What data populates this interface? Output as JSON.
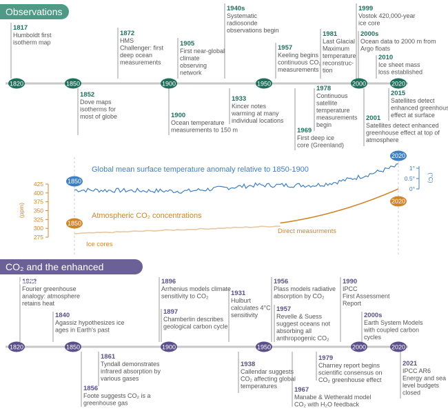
{
  "observations": {
    "title": "Observations",
    "years": [
      "1820",
      "1850",
      "1900",
      "1950",
      "2000",
      "2020"
    ],
    "events": [
      {
        "year": "1817",
        "text": [
          "Humboldt first",
          "isotherm map"
        ]
      },
      {
        "year": "1852",
        "text": [
          "Dove maps",
          "isotherms for",
          "most of globe"
        ]
      },
      {
        "year": "1872",
        "text": [
          "HMS",
          "Challenger: first",
          "deep ocean",
          "measurements"
        ]
      },
      {
        "year": "1900",
        "text": [
          "Ocean temperature",
          "measurements to 150 m"
        ]
      },
      {
        "year": "1905",
        "text": [
          "First near-global",
          "climate",
          "observing",
          "network"
        ]
      },
      {
        "year": "1933",
        "text": [
          "Kincer notes",
          "warming at many",
          "individual locations"
        ]
      },
      {
        "year": "1940s",
        "text": [
          "Systematic",
          "radiosonde",
          "observations begin"
        ]
      },
      {
        "year": "1957",
        "text": [
          "Keeling begins",
          "continuous CO₂",
          "measurements"
        ]
      },
      {
        "year": "1969",
        "text": [
          "First deep ice",
          "core (Greenland)"
        ]
      },
      {
        "year": "1978",
        "text": [
          "Continuous",
          "satellite",
          "temperature",
          "measurements",
          "begin"
        ]
      },
      {
        "year": "1981",
        "text": [
          "Last Glacial",
          "Maximum",
          "temperature",
          "reconstruc-",
          "tion"
        ]
      },
      {
        "year": "1999",
        "text": [
          "Vostok 420,000-year",
          "ice core"
        ]
      },
      {
        "year": "2000s",
        "text": [
          "Ocean data to 2000 m from",
          "Argo floats"
        ]
      },
      {
        "year": "2001",
        "text": [
          "Satellites detect enhanced",
          "greenhouse effect at top of",
          "atmosphere"
        ]
      },
      {
        "year": "2010",
        "text": [
          "Ice sheet mass",
          "loss established"
        ]
      },
      {
        "year": "2015",
        "text": [
          "Satellites detect",
          "enhanced greenhouse",
          "effect at surface"
        ]
      }
    ]
  },
  "middle": {
    "temp_title": "Global mean surface temperature anomaly relative to 1850-1900",
    "co2_title": "Atmospheric CO₂ concentrations",
    "ice_cores": "Ice cores",
    "direct": "Direct measurments",
    "ppm_label": "(ppm)",
    "degc_label": "(°C)",
    "ppm_ticks": [
      "425",
      "400",
      "375",
      "350",
      "325",
      "300",
      "275"
    ],
    "temp_ticks": [
      "1°",
      "0.5°",
      "0°"
    ],
    "badge_start": "1850",
    "badge_end": "2020"
  },
  "co2_section": {
    "title": "CO₂ and the enhanced greenhouse effect",
    "years": [
      "1820",
      "1850",
      "1900",
      "1950",
      "2000",
      "2020"
    ],
    "events": [
      {
        "year": "1822",
        "text": [
          "Fourier greenhouse",
          "analogy: atmosphere",
          "retains heat"
        ]
      },
      {
        "year": "1840",
        "text": [
          "Agassiz hypothesizes ice",
          "ages in Earth's past"
        ]
      },
      {
        "year": "1856",
        "text": [
          "Foote suggests CO₂ is a",
          "greenhouse gas"
        ]
      },
      {
        "year": "1861",
        "text": [
          "Tyndall demonstrates",
          "infrared absorption by",
          "various gases"
        ]
      },
      {
        "year": "1896",
        "text": [
          "Arrhenius models climate",
          "sensitivity to CO₂"
        ]
      },
      {
        "year": "1897",
        "text": [
          "Chamberlin describes",
          "geological carbon cycle"
        ]
      },
      {
        "year": "1931",
        "text": [
          "Hulburt",
          "calculates 4°C",
          "sensitivity"
        ]
      },
      {
        "year": "1938",
        "text": [
          "Callendar suggests",
          "CO₂ affecting global",
          "temperatures"
        ]
      },
      {
        "year": "1956",
        "text": [
          "Plass models radiative",
          "absorption by CO₂"
        ]
      },
      {
        "year": "1957",
        "text": [
          "Revelle & Suess",
          "suggest oceans not",
          "absorbing all",
          "anthropogenic CO₂"
        ]
      },
      {
        "year": "1967",
        "text": [
          "Manabe & Wetherald model",
          "CO₂ with H₂O feedback"
        ]
      },
      {
        "year": "1979",
        "text": [
          "Charney report begins",
          "scientific consensus on",
          "CO₂ greenhouse effect"
        ]
      },
      {
        "year": "1990",
        "text": [
          "IPCC",
          "First Assessment",
          "Report"
        ]
      },
      {
        "year": "2000s",
        "text": [
          "Earth System Models",
          "with coupled carbon",
          "cycles"
        ]
      },
      {
        "year": "2021",
        "text": [
          "IPCC AR6",
          "Energy and sea",
          "level budgets",
          "closed"
        ]
      }
    ]
  },
  "colors": {
    "obs": "#1f6f5c",
    "obs_header": "#4e9a86",
    "co2": "#5a4f88",
    "co2_header": "#6b6196",
    "temp": "#3e7fc1",
    "co2line": "#d0852a",
    "icecore": "#e8c6a0",
    "axis": "#c8c8c8",
    "text": "#555555"
  }
}
